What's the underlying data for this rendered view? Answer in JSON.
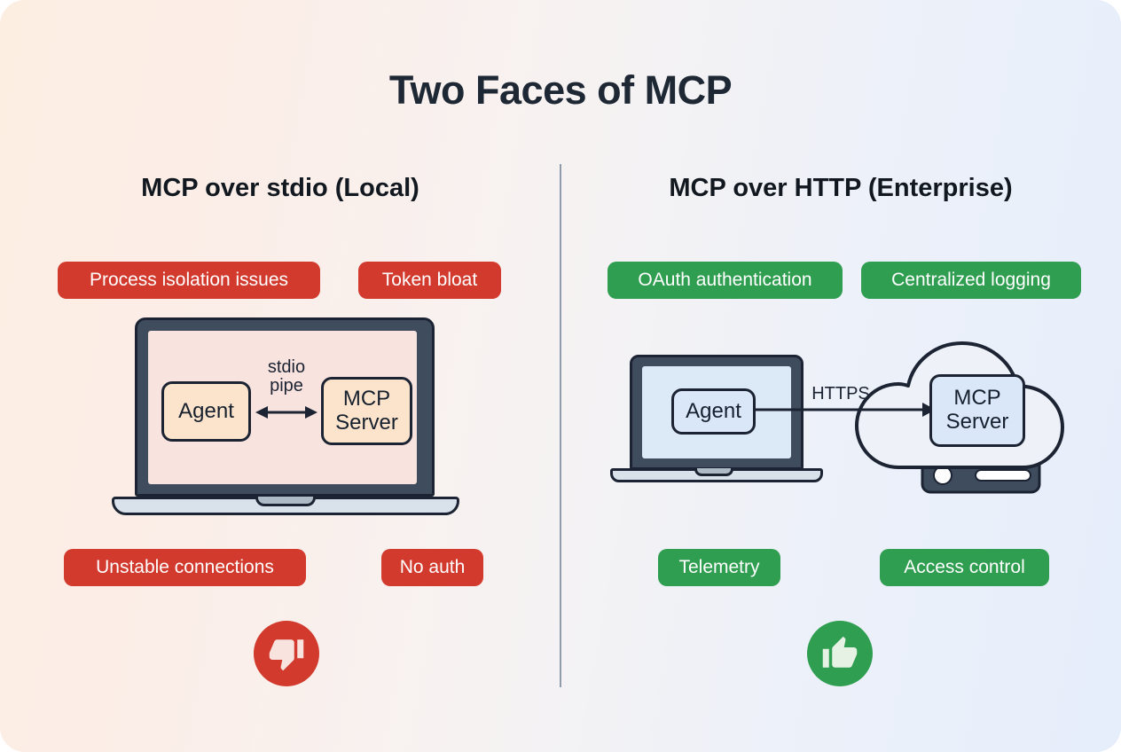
{
  "title": "Two Faces of MCP",
  "left": {
    "heading": "MCP over stdio (Local)",
    "badges_top": [
      "Process isolation issues",
      "Token bloat"
    ],
    "badges_bottom": [
      "Unstable connections",
      "No auth"
    ],
    "diagram": {
      "agent": "Agent",
      "server": "MCP Server",
      "connection": "stdio pipe"
    },
    "verdict_icon": "thumbs-down-icon"
  },
  "right": {
    "heading": "MCP over HTTP (Enterprise)",
    "badges_top": [
      "OAuth authentication",
      "Centralized logging"
    ],
    "badges_bottom": [
      "Telemetry",
      "Access control"
    ],
    "diagram": {
      "agent": "Agent",
      "server": "MCP Server",
      "connection": "HTTPS"
    },
    "verdict_icon": "thumbs-up-icon"
  },
  "colors": {
    "bad": "#d23a2d",
    "good": "#2f9e50",
    "title_text": "#1e2734",
    "badge_text": "#ffffff",
    "laptop_frame": "#3e4c5e",
    "outline": "#1c2433",
    "left_screen": "#f9e3de",
    "left_box": "#fbe4cb",
    "right_screen": "#dce9f7",
    "right_box": "#d9e7f8",
    "laptop_base": "#d9e2ea",
    "cloud_fill": "#eef2f8",
    "divider": "#8e9bab",
    "bg_left": "#fdeee2",
    "bg_right": "#e6eefb"
  }
}
